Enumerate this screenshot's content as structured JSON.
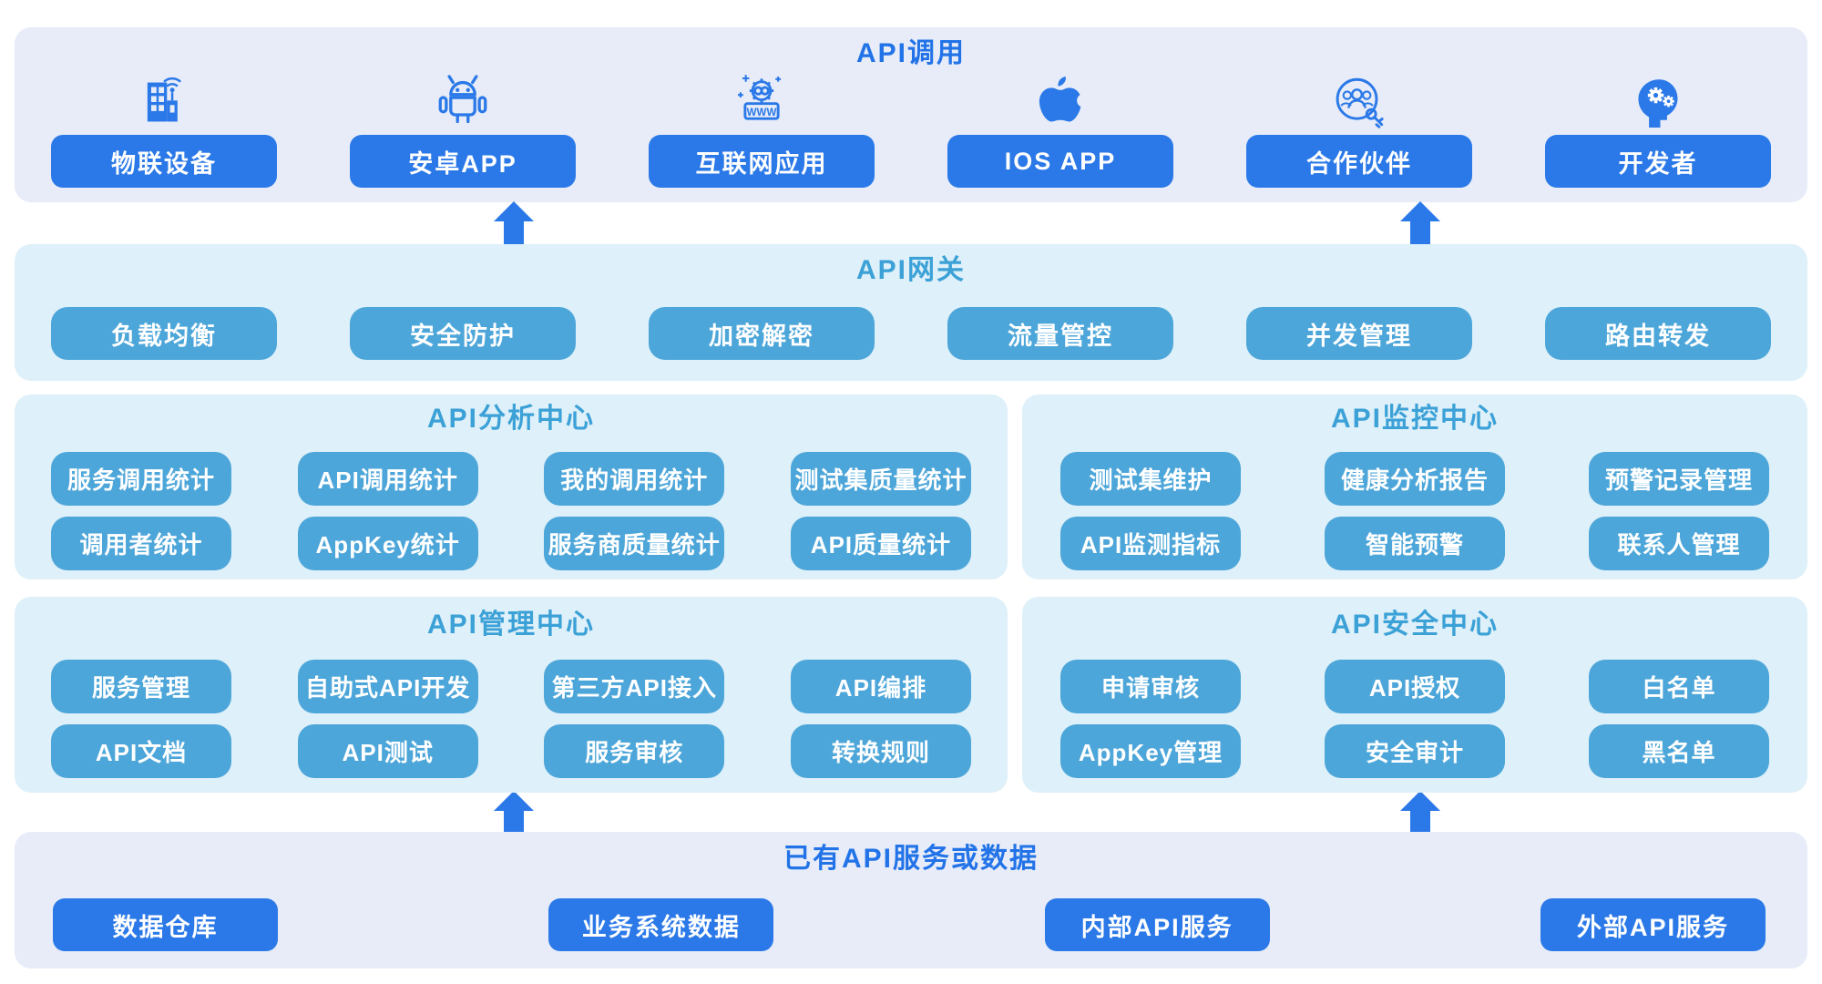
{
  "colors": {
    "panel_lavender": "#e7ecf8",
    "panel_cyan": "#def0f9",
    "primary_blue": "#2b79e8",
    "teal_button": "#4da6d9",
    "title_blue": "#2273e8",
    "title_teal": "#3ba1d7",
    "button_text": "#ffffff"
  },
  "sections": {
    "api_call": {
      "title": "API调用",
      "items": [
        {
          "label": "物联设备",
          "icon": "iot-device-icon"
        },
        {
          "label": "安卓APP",
          "icon": "android-icon"
        },
        {
          "label": "互联网应用",
          "icon": "web-app-icon"
        },
        {
          "label": "IOS APP",
          "icon": "apple-icon"
        },
        {
          "label": "合作伙伴",
          "icon": "partners-icon"
        },
        {
          "label": "开发者",
          "icon": "developer-head-icon"
        }
      ]
    },
    "api_gateway": {
      "title": "API网关",
      "items": [
        "负载均衡",
        "安全防护",
        "加密解密",
        "流量管控",
        "并发管理",
        "路由转发"
      ]
    },
    "api_analysis": {
      "title": "API分析中心",
      "rows": [
        [
          "服务调用统计",
          "API调用统计",
          "我的调用统计",
          "测试集质量统计"
        ],
        [
          "调用者统计",
          "AppKey统计",
          "服务商质量统计",
          "API质量统计"
        ]
      ]
    },
    "api_monitoring": {
      "title": "API监控中心",
      "rows": [
        [
          "测试集维护",
          "健康分析报告",
          "预警记录管理"
        ],
        [
          "API监测指标",
          "智能预警",
          "联系人管理"
        ]
      ]
    },
    "api_management": {
      "title": "API管理中心",
      "rows": [
        [
          "服务管理",
          "自助式API开发",
          "第三方API接入",
          "API编排"
        ],
        [
          "API文档",
          "API测试",
          "服务审核",
          "转换规则"
        ]
      ]
    },
    "api_security": {
      "title": "API安全中心",
      "rows": [
        [
          "申请审核",
          "API授权",
          "白名单"
        ],
        [
          "AppKey管理",
          "安全审计",
          "黑名单"
        ]
      ]
    },
    "existing_data": {
      "title": "已有API服务或数据",
      "items": [
        "数据仓库",
        "业务系统数据",
        "内部API服务",
        "外部API服务"
      ]
    }
  }
}
